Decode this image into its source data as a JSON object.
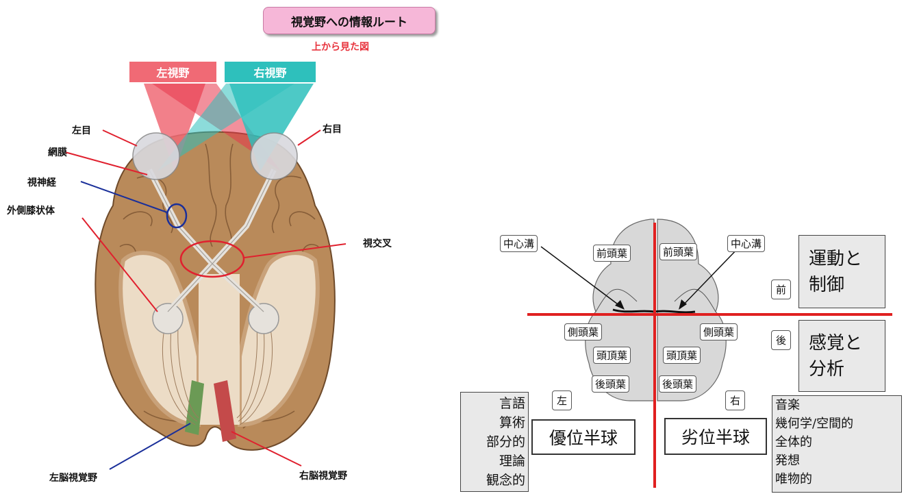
{
  "left": {
    "title": "視覚野への情報ルート",
    "subtitle": "上から見た図",
    "left_visual_field": "左視野",
    "right_visual_field": "右視野",
    "labels": {
      "left_eye": "左目",
      "right_eye": "右目",
      "retina": "網膜",
      "optic_nerve": "視神経",
      "lgn": "外側膝状体",
      "optic_chiasm": "視交叉",
      "left_visual_cortex": "左脳視覚野",
      "right_visual_cortex": "右脳視覚野"
    },
    "colors": {
      "left_field": "#f06a75",
      "right_field": "#2ec0bc",
      "brain": "#b98a5a",
      "pill": "#f6b7d8"
    }
  },
  "right": {
    "central_sulcus_left": "中心溝",
    "central_sulcus_right": "中心溝",
    "frontal_left": "前頭葉",
    "frontal_right": "前頭葉",
    "temporal_left": "側頭葉",
    "temporal_right": "側頭葉",
    "parietal_left": "頭頂葉",
    "parietal_right": "頭頂葉",
    "occipital_left": "後頭葉",
    "occipital_right": "後頭葉",
    "front": "前",
    "back": "後",
    "left": "左",
    "right": "右",
    "motor_control": [
      "運動と",
      "制御"
    ],
    "sense_analysis": [
      "感覚と",
      "分析"
    ],
    "dominant": "優位半球",
    "nondominant": "劣位半球",
    "left_traits": [
      "言語",
      "算術",
      "部分的",
      "理論",
      "観念的"
    ],
    "right_traits": [
      "音楽",
      "幾何学/空間的",
      "全体的",
      "発想",
      "唯物的"
    ],
    "colors": {
      "axis": "#e02020",
      "brain": "#d8d8d8"
    }
  }
}
